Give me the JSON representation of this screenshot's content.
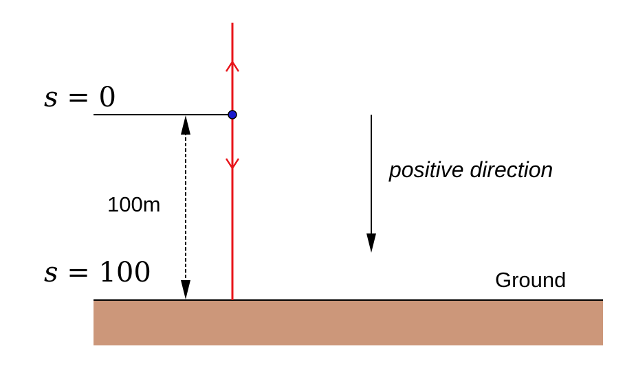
{
  "labels": {
    "s0_var": "s",
    "s0_rest": " = 0",
    "s100_var": "s",
    "s100_rest": " = 100",
    "distance": "100m",
    "direction": "positive direction",
    "ground": "Ground"
  },
  "colors": {
    "trajectory": "#e8141a",
    "ball": "#1a1acc",
    "ground_fill": "#cc977a",
    "ink": "#000000"
  },
  "icons": {
    "up_arrow": "chevron-up-icon",
    "down_arrow": "chevron-down-icon",
    "ball": "circle-point-icon"
  }
}
